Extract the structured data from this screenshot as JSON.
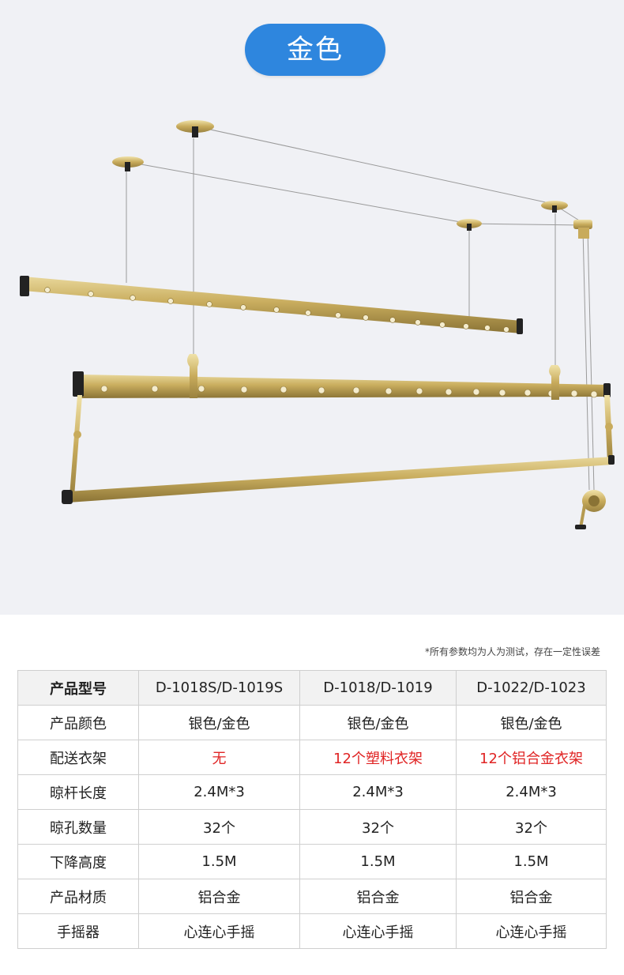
{
  "hero": {
    "color_label": "金色",
    "pill_color": "#2e86de",
    "background": "#f0f1f5",
    "rack_color": "#c9b06a"
  },
  "disclaimer": "*所有参数均为人为测试，存在一定性误差",
  "spec_table": {
    "header": {
      "label": "产品型号",
      "models": [
        "D-1018S/D-1019S",
        "D-1018/D-1019",
        "D-1022/D-1023"
      ]
    },
    "rows": [
      {
        "label": "产品颜色",
        "values": [
          "银色/金色",
          "银色/金色",
          "银色/金色"
        ]
      },
      {
        "label": "配送衣架",
        "values": [
          "无",
          "12个塑料衣架",
          "12个铝合金衣架"
        ],
        "highlight": true
      },
      {
        "label": "晾杆长度",
        "values": [
          "2.4M*3",
          "2.4M*3",
          "2.4M*3"
        ]
      },
      {
        "label": "晾孔数量",
        "values": [
          "32个",
          "32个",
          "32个"
        ]
      },
      {
        "label": "下降高度",
        "values": [
          "1.5M",
          "1.5M",
          "1.5M"
        ]
      },
      {
        "label": "产品材质",
        "values": [
          "铝合金",
          "铝合金",
          "铝合金"
        ]
      },
      {
        "label": "手摇器",
        "values": [
          "心连心手摇",
          "心连心手摇",
          "心连心手摇"
        ]
      }
    ]
  }
}
